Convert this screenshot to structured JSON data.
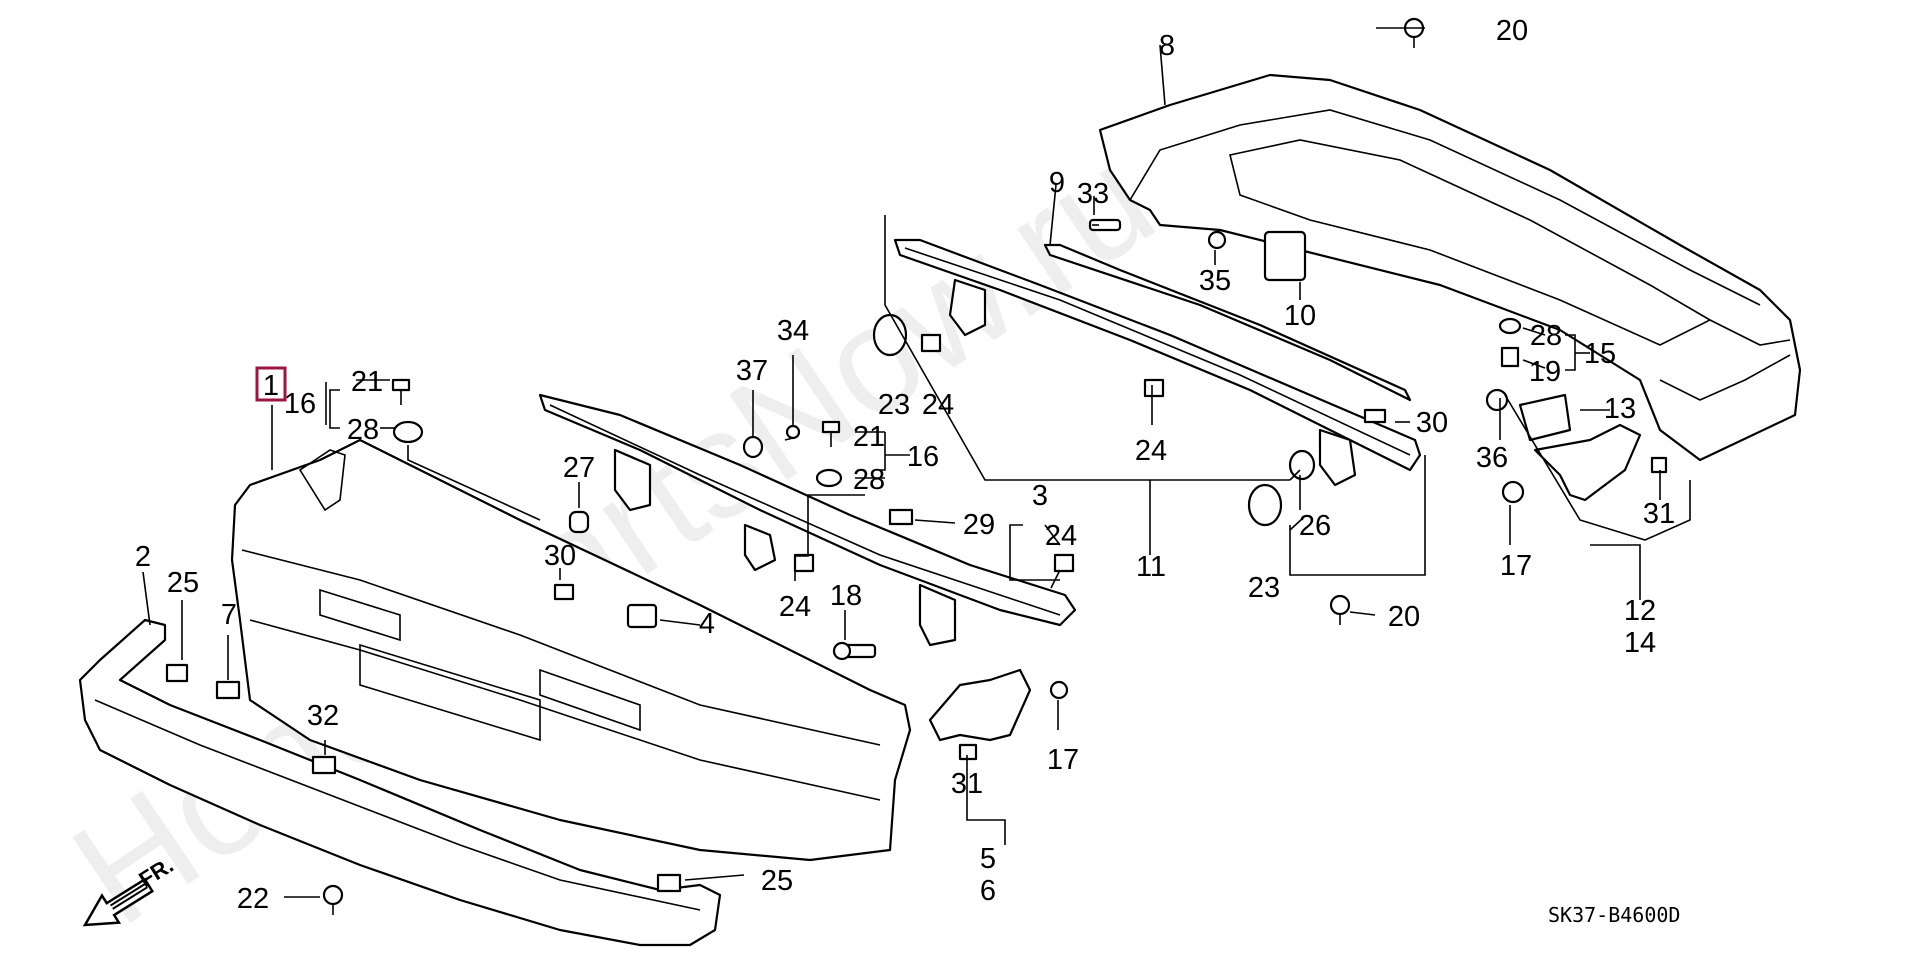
{
  "watermark": "HondaPartsNow.ru",
  "diagram_code": "SK37-B4600D",
  "front_arrow_label": "FR.",
  "selected_part": "1",
  "labels": {
    "n1": "1",
    "n2": "2",
    "n3": "3",
    "n4": "4",
    "n5": "5",
    "n6": "6",
    "n7": "7",
    "n8": "8",
    "n9": "9",
    "n10": "10",
    "n11": "11",
    "n12": "12",
    "n13": "13",
    "n14": "14",
    "n15": "15",
    "n16a": "16",
    "n16b": "16",
    "n17a": "17",
    "n17b": "17",
    "n18": "18",
    "n19": "19",
    "n20a": "20",
    "n20b": "20",
    "n21a": "21",
    "n21b": "21",
    "n22": "22",
    "n23a": "23",
    "n23b": "23",
    "n24a": "24",
    "n24b": "24",
    "n24c": "24",
    "n24d": "24",
    "n25a": "25",
    "n25b": "25",
    "n26": "26",
    "n27": "27",
    "n28a": "28",
    "n28b": "28",
    "n28c": "28",
    "n29": "29",
    "n30a": "30",
    "n30b": "30",
    "n31a": "31",
    "n31b": "31",
    "n32": "32",
    "n33": "33",
    "n34": "34",
    "n35": "35",
    "n36": "36",
    "n37": "37"
  }
}
